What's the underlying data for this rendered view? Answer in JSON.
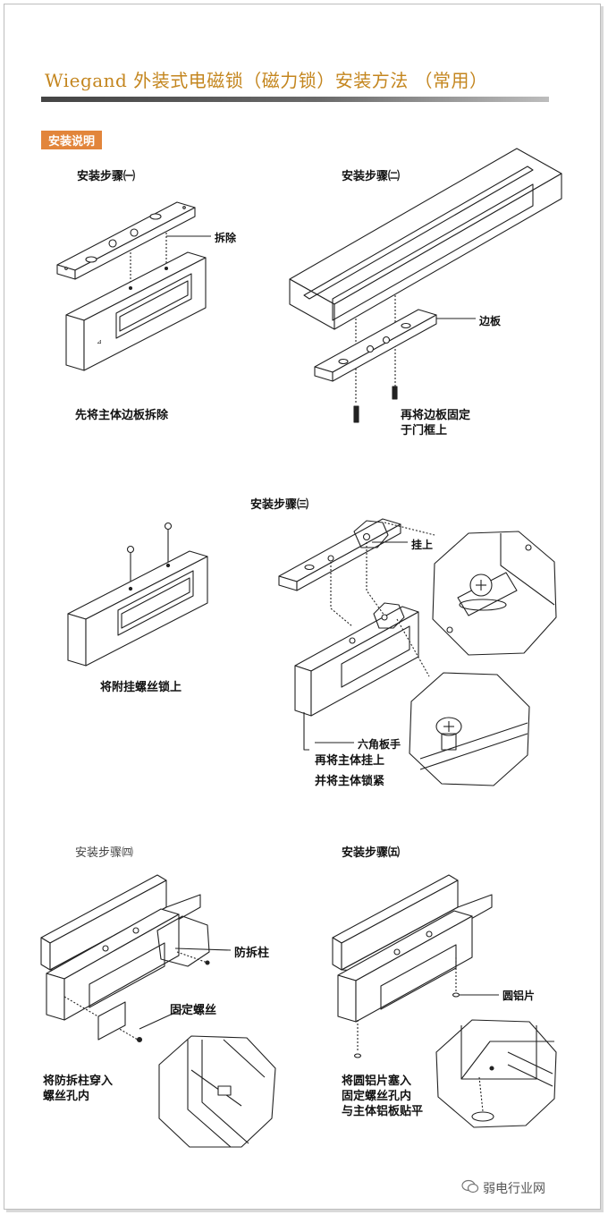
{
  "title": "Wiegand 外装式电磁锁（磁力锁）安装方法 （常用）",
  "section_tag": "安装说明",
  "steps": [
    {
      "heading": "安装步骤㈠",
      "captions": [
        "先将主体边板拆除"
      ],
      "labels": [
        "拆除"
      ]
    },
    {
      "heading": "安装步骤㈡",
      "captions": [
        "再将边板固定",
        "于门框上"
      ],
      "labels": [
        "边板"
      ]
    },
    {
      "heading": "安装步骤㈢",
      "captions": [
        "将附挂螺丝锁上",
        "再将主体挂上",
        "并将主体锁紧"
      ],
      "labels": [
        "挂上",
        "六角板手"
      ]
    },
    {
      "heading": "安装步骤㈣",
      "captions": [
        "将防拆柱穿入",
        "螺丝孔内"
      ],
      "labels": [
        "防拆柱",
        "固定螺丝"
      ]
    },
    {
      "heading": "安装步骤㈤",
      "captions": [
        "将圆铝片塞入",
        "固定螺丝孔内",
        "与主体铝板贴平"
      ],
      "labels": [
        "圆铝片"
      ]
    }
  ],
  "watermark": "弱电行业网",
  "colors": {
    "accent": "#c4861f",
    "tag": "#e2853b",
    "line": "#222222"
  }
}
